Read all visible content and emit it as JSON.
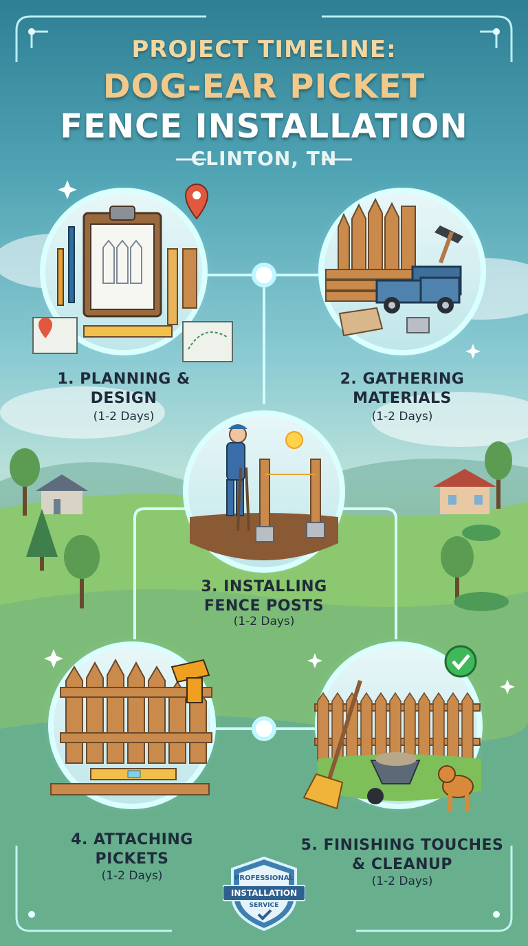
{
  "header": {
    "line1": "PROJECT TIMELINE:",
    "line2": "DOG-EAR PICKET",
    "line3": "FENCE INSTALLATION",
    "location": "CLINTON, TN"
  },
  "steps": [
    {
      "title_l1": "1. PLANNING &",
      "title_l2": "DESIGN",
      "duration": "(1-2 Days)",
      "icon": "clipboard-blueprint-icon"
    },
    {
      "title_l1": "2. GATHERING",
      "title_l2": "MATERIALS",
      "duration": "(1-2 Days)",
      "icon": "lumber-truck-icon"
    },
    {
      "title_l1": "3. INSTALLING",
      "title_l2": "FENCE POSTS",
      "duration": "(1-2 Days)",
      "icon": "worker-posthole-icon"
    },
    {
      "title_l1": "4. ATTACHING",
      "title_l2": "PICKETS",
      "duration": "(1-2 Days)",
      "icon": "picket-drill-icon"
    },
    {
      "title_l1": "5. FINISHING TOUCHES",
      "title_l2": "& CLEANUP",
      "duration": "(1-2 Days)",
      "icon": "fence-broom-dog-icon"
    }
  ],
  "badge": {
    "top": "PROFESSIONAL",
    "middle": "INSTALLATION",
    "bottom": "SERVICE"
  },
  "colors": {
    "title_gold": "#f1c98a",
    "glow": "#bff6ff",
    "wood": "#c98a4b",
    "text_dark": "#1f2b3a"
  }
}
